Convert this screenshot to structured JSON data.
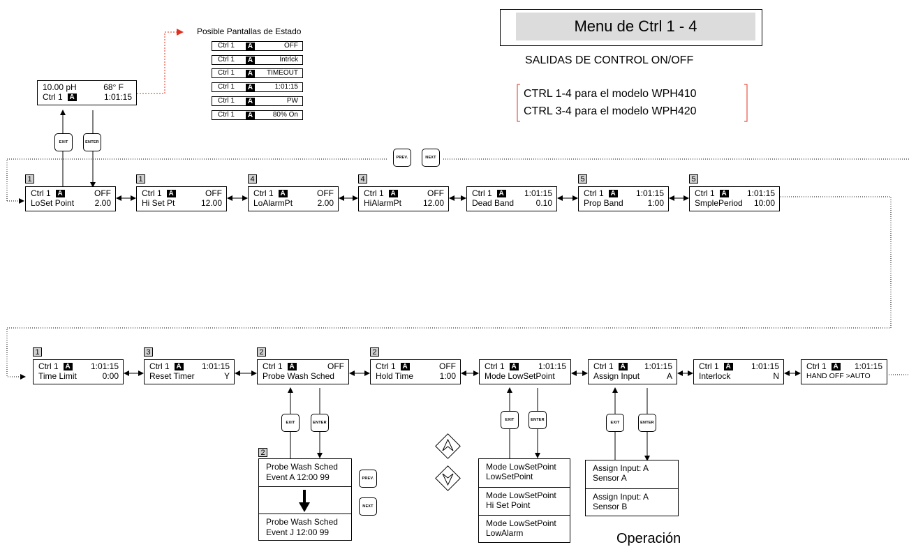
{
  "title": "Menu de Ctrl 1 - 4",
  "subtitle": "SALIDAS DE CONTROL ON/OFF",
  "model_note": [
    "CTRL 1-4 para el modelo WPH410",
    "CTRL 3-4 para el modelo WPH420"
  ],
  "status_heading": "Posible Pantallas de Estado",
  "status_screens": [
    {
      "ctrl": "Ctrl 1",
      "badge": "A",
      "value": "OFF"
    },
    {
      "ctrl": "Ctrl 1",
      "badge": "A",
      "value": "Intrlck"
    },
    {
      "ctrl": "Ctrl 1",
      "badge": "A",
      "value": "TIMEOUT"
    },
    {
      "ctrl": "Ctrl 1",
      "badge": "A",
      "value": "1:01:15"
    },
    {
      "ctrl": "Ctrl 1",
      "badge": "A",
      "value": "PW"
    },
    {
      "ctrl": "Ctrl 1",
      "badge": "A",
      "value": "80% On"
    }
  ],
  "home_display": {
    "line1_left": "10.00 pH",
    "line1_right": "68° F",
    "ctrl": "Ctrl 1",
    "badge": "A",
    "value": "1:01:15"
  },
  "keys": {
    "exit": "EXIT",
    "enter": "ENTER",
    "prev": "PREV.",
    "next": "NEXT"
  },
  "row1": [
    {
      "num": "1",
      "ctrl": "Ctrl 1",
      "badge": "A",
      "status": "OFF",
      "label": "LoSet Point",
      "value": "2.00"
    },
    {
      "num": "1",
      "ctrl": "Ctrl 1",
      "badge": "A",
      "status": "OFF",
      "label": "Hi Set Pt",
      "value": "12.00"
    },
    {
      "num": "4",
      "ctrl": "Ctrl 1",
      "badge": "A",
      "status": "OFF",
      "label": "LoAlarmPt",
      "value": "2.00"
    },
    {
      "num": "4",
      "ctrl": "Ctrl 1",
      "badge": "A",
      "status": "OFF",
      "label": "HiAlarmPt",
      "value": "12.00"
    },
    {
      "num": "",
      "ctrl": "Ctrl 1",
      "badge": "A",
      "status": "1:01:15",
      "label": "Dead Band",
      "value": "0.10"
    },
    {
      "num": "5",
      "ctrl": "Ctrl 1",
      "badge": "A",
      "status": "1:01:15",
      "label": "Prop Band",
      "value": "1:00"
    },
    {
      "num": "5",
      "ctrl": "Ctrl 1",
      "badge": "A",
      "status": "1:01:15",
      "label": "SmplePeriod",
      "value": "10:00"
    }
  ],
  "row2": [
    {
      "num": "1",
      "ctrl": "Ctrl 1",
      "badge": "A",
      "status": "1:01:15",
      "label": "Time Limit",
      "value": "0:00"
    },
    {
      "num": "3",
      "ctrl": "Ctrl 1",
      "badge": "A",
      "status": "1:01:15",
      "label": "Reset  Timer",
      "value": "Y"
    },
    {
      "num": "2",
      "ctrl": "Ctrl 1",
      "badge": "A",
      "status": "OFF",
      "label": "Probe Wash Sched",
      "value": ""
    },
    {
      "num": "2",
      "ctrl": "Ctrl 1",
      "badge": "A",
      "status": "OFF",
      "label": "Hold Time",
      "value": "1:00"
    },
    {
      "num": "",
      "ctrl": "Ctrl 1",
      "badge": "A",
      "status": "1:01:15",
      "label": "Mode LowSetPoint",
      "value": ""
    },
    {
      "num": "",
      "ctrl": "Ctrl 1",
      "badge": "A",
      "status": "1:01:15",
      "label": "Assign Input",
      "value": "A"
    },
    {
      "num": "",
      "ctrl": "Ctrl 1",
      "badge": "A",
      "status": "1:01:15",
      "label": "Interlock",
      "value": "N"
    },
    {
      "num": "",
      "ctrl": "Ctrl 1",
      "badge": "A",
      "status": "1:01:15",
      "label": "HAND  OFF >AUTO",
      "value": ""
    }
  ],
  "probe_wash": {
    "num": "2",
    "first": [
      "Probe Wash Sched",
      "Event A 12:00  99"
    ],
    "last": [
      "Probe Wash Sched",
      "Event J 12:00  99"
    ]
  },
  "mode_options": [
    [
      "Mode LowSetPoint",
      "LowSetPoint"
    ],
    [
      "Mode LowSetPoint",
      "Hi Set Point"
    ],
    [
      "Mode LowSetPoint",
      "LowAlarm"
    ]
  ],
  "assign_options": [
    [
      "Assign Input:    A",
      "Sensor A"
    ],
    [
      "Assign Input:    A",
      "Sensor B"
    ]
  ],
  "footer_partial": "Operación",
  "colors": {
    "accent": "#e0301e",
    "badge": "#000000",
    "numbox": "#d0d0d0",
    "titlebox": "#dcdcdc"
  }
}
